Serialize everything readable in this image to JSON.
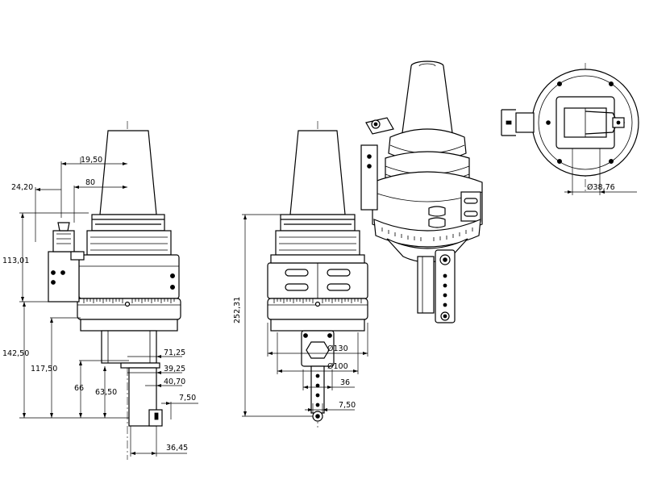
{
  "dimensions": {
    "d_19_50": "19,50",
    "d_80": "80",
    "d_24_20": "24,20",
    "d_113_01": "113,01",
    "d_142_50": "142,50",
    "d_117_50": "117,50",
    "d_66": "66",
    "d_63_50": "63,50",
    "d_71_25": "71,25",
    "d_39_25": "39,25",
    "d_40_70": "40,70",
    "d_7_50_a": "7,50",
    "d_36_45": "36,45",
    "d_252_31": "252,31",
    "d_130": "Ø130",
    "d_100": "Ø100",
    "d_36": "36",
    "d_7_50_b": "7,50",
    "d_38_76": "Ø38,76"
  }
}
